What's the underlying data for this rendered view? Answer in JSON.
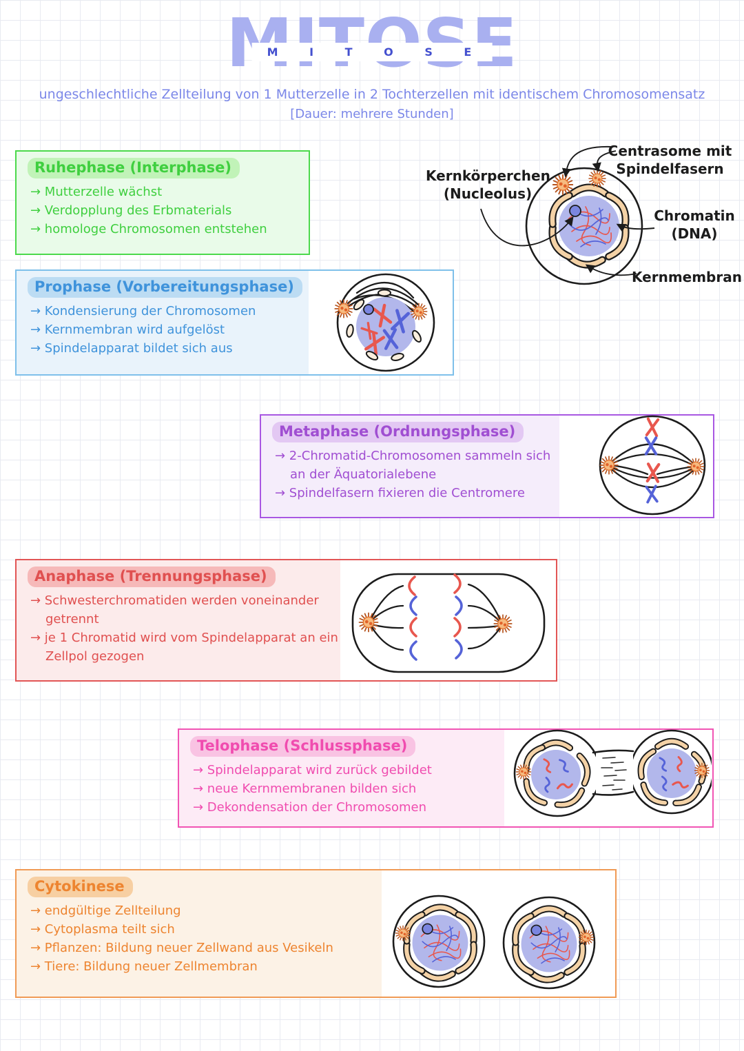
{
  "title": {
    "word": "MITOSE",
    "spelled": "M I T O S E",
    "subtitle": "ungeschlechtliche Zellteilung von 1 Mutterzelle in 2 Tochterzellen mit identischem Chromosomensatz",
    "duration": "[Dauer: mehrere Stunden]",
    "color_fill": "#a9b0f0",
    "color_spelled": "#4450cf",
    "color_subtitle": "#7b87e8"
  },
  "interphase_labels": {
    "centrosome_line1": "Centrasome mit",
    "centrosome_line2": "Spindelfasern",
    "nucleolus_line1": "Kernkörperchen",
    "nucleolus_line2": "(Nucleolus)",
    "chromatin_line1": "Chromatin",
    "chromatin_line2": "(DNA)",
    "membrane": "Kernmembran"
  },
  "phases": {
    "ruhephase": {
      "title": "Ruhephase (Interphase)",
      "color": "#4cd94c",
      "tint": "#e9fbe9",
      "highlight": "#c1f3b8",
      "items": [
        "→ Mutterzelle wächst",
        "→ Verdopplung des Erbmaterials",
        "→ homologe Chromosomen entstehen"
      ]
    },
    "prophase": {
      "title": "Prophase (Vorbereitungsphase)",
      "color": "#7ec0ea",
      "tint": "#e9f3fb",
      "highlight": "#bcdcf3",
      "items": [
        "→ Kondensierung der Chromosomen",
        "→ Kernmembran wird aufgelöst",
        "→ Spindelapparat bildet sich aus"
      ]
    },
    "metaphase": {
      "title": "Metaphase (Ordnungsphase)",
      "color": "#a857e2",
      "tint": "#f5edfb",
      "highlight": "#e3c8f3",
      "items": [
        "→ 2-Chromatid-Chromosomen sammeln sich an der Äquatorialebene",
        "→ Spindelfasern fixieren die Centromere"
      ]
    },
    "anaphase": {
      "title": "Anaphase (Trennungsphase)",
      "color": "#e25555",
      "tint": "#fcebeb",
      "highlight": "#f6b9b9",
      "items": [
        "→ Schwesterchromatiden werden voneinander getrennt",
        "→ je 1 Chromatid wird vom Spindelapparat an ein Zellpol gezogen"
      ]
    },
    "telophase": {
      "title": "Telophase (Schlussphase)",
      "color": "#f154b4",
      "tint": "#fdebf6",
      "highlight": "#f9c3e3",
      "items": [
        "→ Spindelapparat wird zurück gebildet",
        "→ neue Kernmembranen bilden sich",
        "→ Dekondensation der Chromosomen"
      ]
    },
    "cytokinese": {
      "title": "Cytokinese",
      "color": "#f09a55",
      "tint": "#fcf2e6",
      "highlight": "#f7cfa2",
      "items": [
        "→ endgültige Zellteilung",
        "→ Cytoplasma teilt sich",
        "→ Pflanzen: Bildung neuer Zellwand aus Vesikeln",
        "→ Tiere: Bildung neuer Zellmembran"
      ]
    }
  },
  "diagram_colors": {
    "nucleus": "#b2b7eb",
    "nucleolus": "#7b86e0",
    "chromatin_red": "#e8574e",
    "chromatin_blue": "#5563d8",
    "membrane_tan": "#f4d2a6",
    "centrosome_body": "#f6bb80",
    "centrosome_dots": "#e2622a",
    "outline": "#1c1c1c"
  }
}
